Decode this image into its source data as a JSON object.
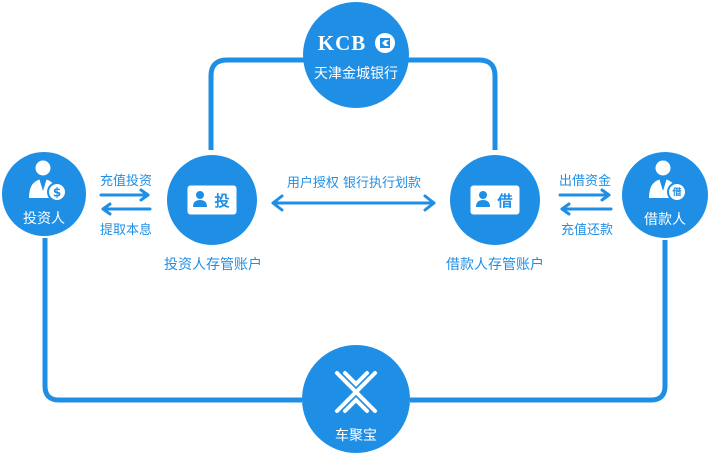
{
  "colors": {
    "primary": "#1f8fe6",
    "background": "#ffffff",
    "text_on_primary": "#ffffff"
  },
  "nodes": {
    "bank": {
      "logo_text": "KCB",
      "label": "天津金城银行",
      "icon": "kcb-logo-icon"
    },
    "investor": {
      "label": "投资人",
      "icon": "user-dollar-icon"
    },
    "investor_account": {
      "card_char": "投",
      "label": "投资人存管账户",
      "icon": "id-card-icon"
    },
    "borrower_account": {
      "card_char": "借",
      "label": "借款人存管账户",
      "icon": "id-card-icon"
    },
    "borrower": {
      "label": "借款人",
      "icon": "user-borrow-icon",
      "badge_char": "借"
    },
    "platform": {
      "label": "车聚宝",
      "icon": "chejubao-logo-icon"
    }
  },
  "flows": {
    "investor_to_account": "充值投资",
    "account_to_investor": "提取本息",
    "between_accounts": "用户授权 银行执行划款",
    "account_to_borrower": "出借资金",
    "borrower_to_account": "充值还款"
  }
}
